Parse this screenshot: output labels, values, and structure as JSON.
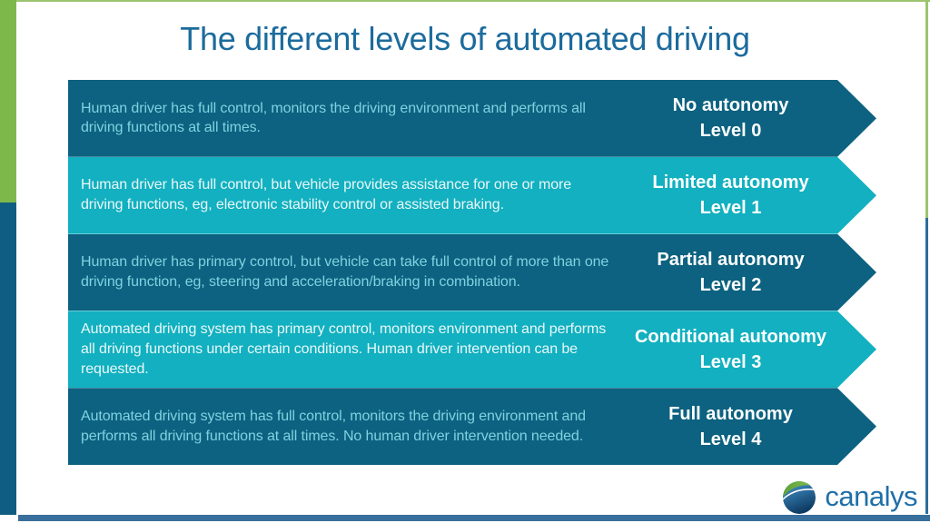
{
  "title": "The different levels of automated driving",
  "levels": [
    {
      "description": "Human driver has full control, monitors the driving environment and performs all driving functions at all times.",
      "autonomy": "No autonomy",
      "level": "Level 0"
    },
    {
      "description": "Human driver has full control, but vehicle provides assistance for one or more driving functions, eg, electronic stability control or assisted braking.",
      "autonomy": "Limited autonomy",
      "level": "Level 1"
    },
    {
      "description": "Human driver has primary control, but vehicle can take full control of more than one driving function, eg, steering and acceleration/braking in combination.",
      "autonomy": "Partial autonomy",
      "level": "Level 2"
    },
    {
      "description": "Automated driving system has primary control, monitors environment and performs all driving functions under certain conditions. Human driver intervention can be requested.",
      "autonomy": "Conditional autonomy",
      "level": "Level 3"
    },
    {
      "description": "Automated driving system has full control, monitors the driving environment and performs all driving functions at all times. No human driver intervention needed.",
      "autonomy": "Full autonomy",
      "level": "Level 4"
    }
  ],
  "logo": {
    "wordmark": "canalys",
    "icon": "globe-icon"
  },
  "colors": {
    "dark_row_blue": "#0c6280",
    "teal_row": "#12b0c0",
    "accent_green": "#7db84b",
    "left_bar_blue": "#0f5e82",
    "title_blue": "#1c6b9d",
    "bottom_bar_blue": "#386f9c",
    "logo_blue": "#1f6fa8",
    "desc_text_on_dark": "#80d2e0",
    "desc_text_on_teal": "#eaf8f9",
    "label_text": "#ffffff"
  }
}
